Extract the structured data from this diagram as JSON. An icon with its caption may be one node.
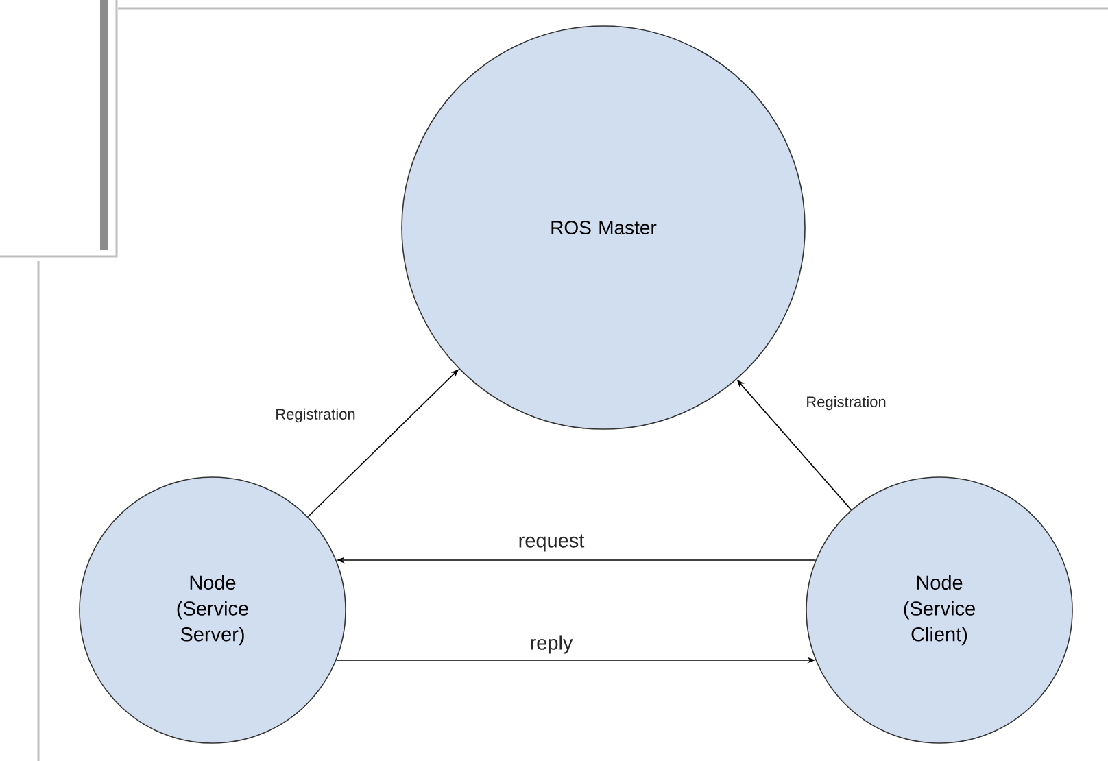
{
  "diagram": {
    "nodes": [
      {
        "text": [
          "ROS Master"
        ]
      },
      {
        "text": [
          "Node (Service Server)"
        ]
      },
      {
        "text": [
          "Node (Service Client)"
        ]
      }
    ],
    "edges": [
      {
        "from": 1,
        "to": 0,
        "arrow": "to",
        "label": "Registration"
      },
      {
        "from": 2,
        "to": 0,
        "arrow": "to",
        "label": "Registration"
      },
      {
        "from": 2,
        "to": 1,
        "arrow": "to",
        "label": "request"
      },
      {
        "from": 1,
        "to": 2,
        "arrow": "to",
        "label": "reply"
      }
    ]
  }
}
